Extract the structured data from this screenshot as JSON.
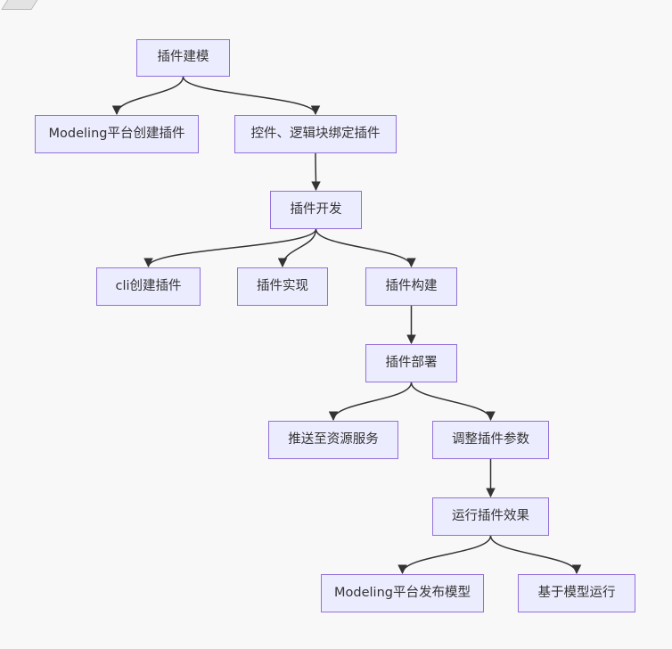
{
  "diagram": {
    "background": "#f8f8f8",
    "node_fill": "#ECECFF",
    "node_border": "#9370DB",
    "edge_color": "#333333"
  },
  "nodes": {
    "n1": {
      "label": "插件建模"
    },
    "n2": {
      "label": "Modeling平台创建插件"
    },
    "n3": {
      "label": "控件、逻辑块绑定插件"
    },
    "n4": {
      "label": "插件开发"
    },
    "n5": {
      "label": "cli创建插件"
    },
    "n6": {
      "label": "插件实现"
    },
    "n7": {
      "label": "插件构建"
    },
    "n8": {
      "label": "插件部署"
    },
    "n9": {
      "label": "推送至资源服务"
    },
    "n10": {
      "label": "调整插件参数"
    },
    "n11": {
      "label": "运行插件效果"
    },
    "n12": {
      "label": "Modeling平台发布模型"
    },
    "n13": {
      "label": "基于模型运行"
    }
  },
  "edges": [
    {
      "from": "n1",
      "to": "n2"
    },
    {
      "from": "n1",
      "to": "n3"
    },
    {
      "from": "n3",
      "to": "n4"
    },
    {
      "from": "n4",
      "to": "n5"
    },
    {
      "from": "n4",
      "to": "n6"
    },
    {
      "from": "n4",
      "to": "n7"
    },
    {
      "from": "n7",
      "to": "n8"
    },
    {
      "from": "n8",
      "to": "n9"
    },
    {
      "from": "n8",
      "to": "n10"
    },
    {
      "from": "n10",
      "to": "n11"
    },
    {
      "from": "n11",
      "to": "n12"
    },
    {
      "from": "n11",
      "to": "n13"
    }
  ]
}
